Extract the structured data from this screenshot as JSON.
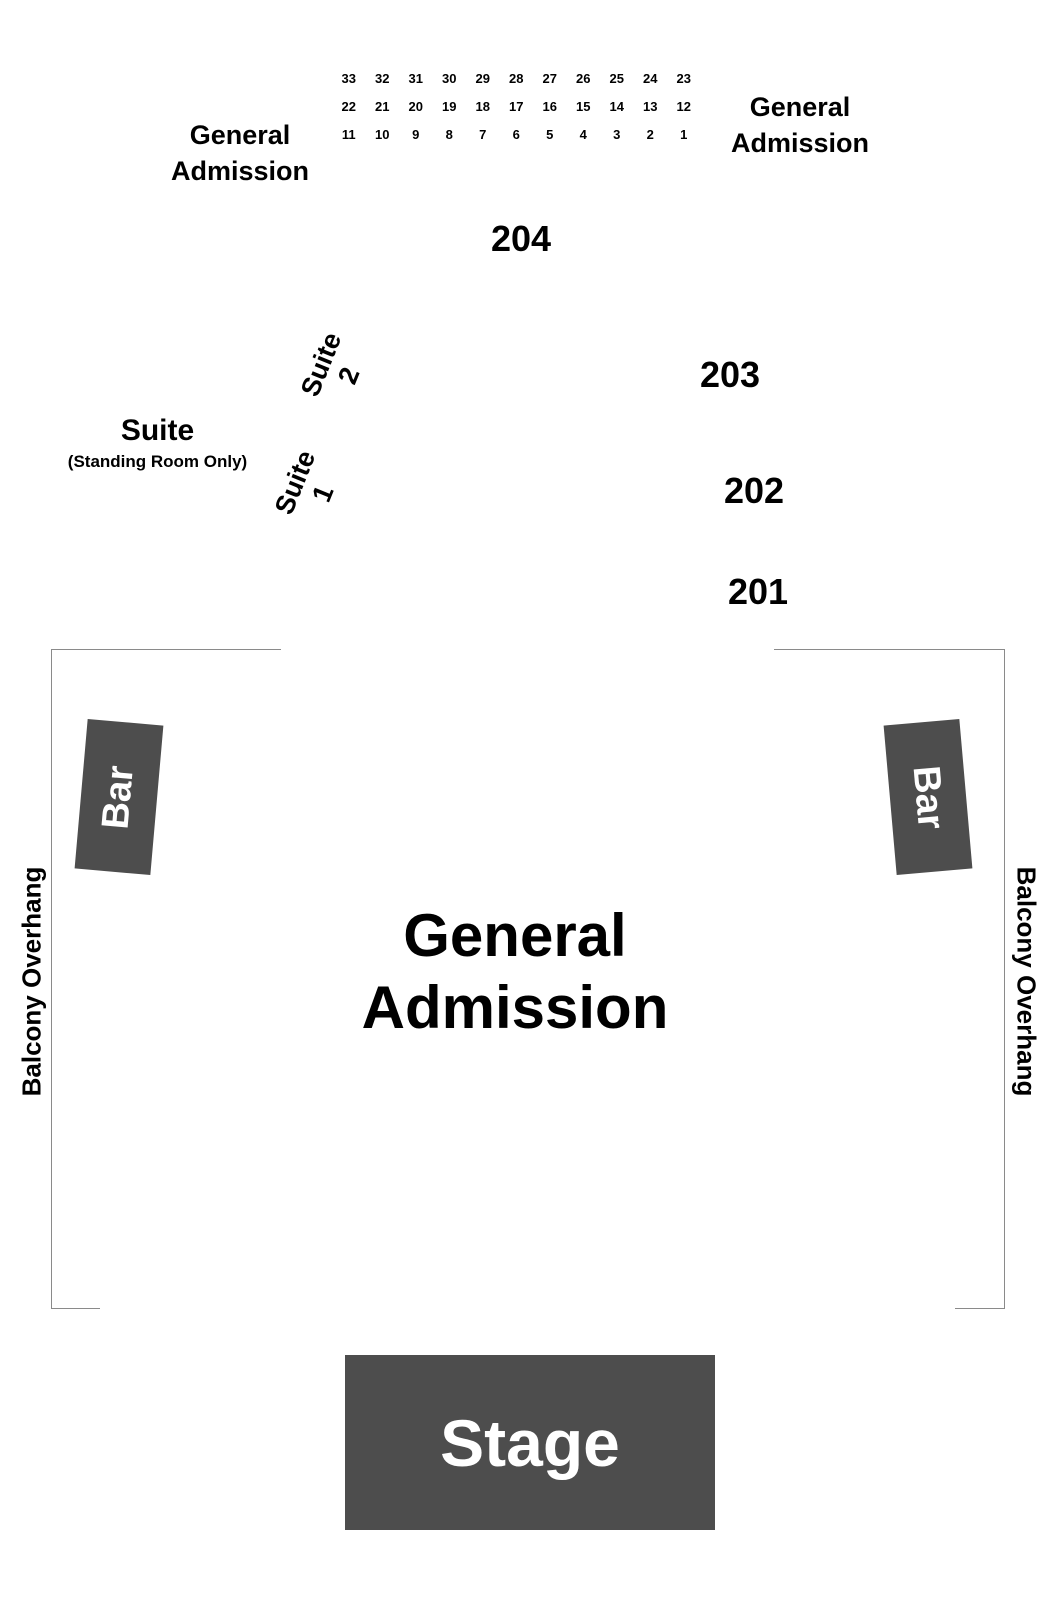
{
  "seats": {
    "row_top": [
      "33",
      "32",
      "31",
      "30",
      "29",
      "28",
      "27",
      "26",
      "25",
      "24",
      "23"
    ],
    "row_mid": [
      "22",
      "21",
      "20",
      "19",
      "18",
      "17",
      "16",
      "15",
      "14",
      "13",
      "12"
    ],
    "row_bottom": [
      "11",
      "10",
      "9",
      "8",
      "7",
      "6",
      "5",
      "4",
      "3",
      "2",
      "1"
    ]
  },
  "balcony": {
    "ga_left": {
      "line1": "General",
      "line2": "Admission"
    },
    "ga_right": {
      "line1": "General",
      "line2": "Admission"
    },
    "sections": {
      "s204": "204",
      "s203": "203",
      "s202": "202",
      "s201": "201"
    },
    "suite_2": {
      "word": "Suite",
      "num": "2"
    },
    "suite_1": {
      "word": "Suite",
      "num": "1"
    },
    "suite_sro": {
      "title": "Suite",
      "subtitle": "(Standing Room Only)"
    }
  },
  "floor": {
    "bar_left": "Bar",
    "bar_right": "Bar",
    "overhang_left": "Balcony Overhang",
    "overhang_right": "Balcony Overhang",
    "ga": {
      "line1": "General",
      "line2": "Admission"
    }
  },
  "stage": {
    "label": "Stage"
  },
  "colors": {
    "fixture_fill": "#4d4d4d",
    "outline": "#8a8a8a",
    "text": "#000000",
    "label_on_fixture": "#ffffff"
  }
}
